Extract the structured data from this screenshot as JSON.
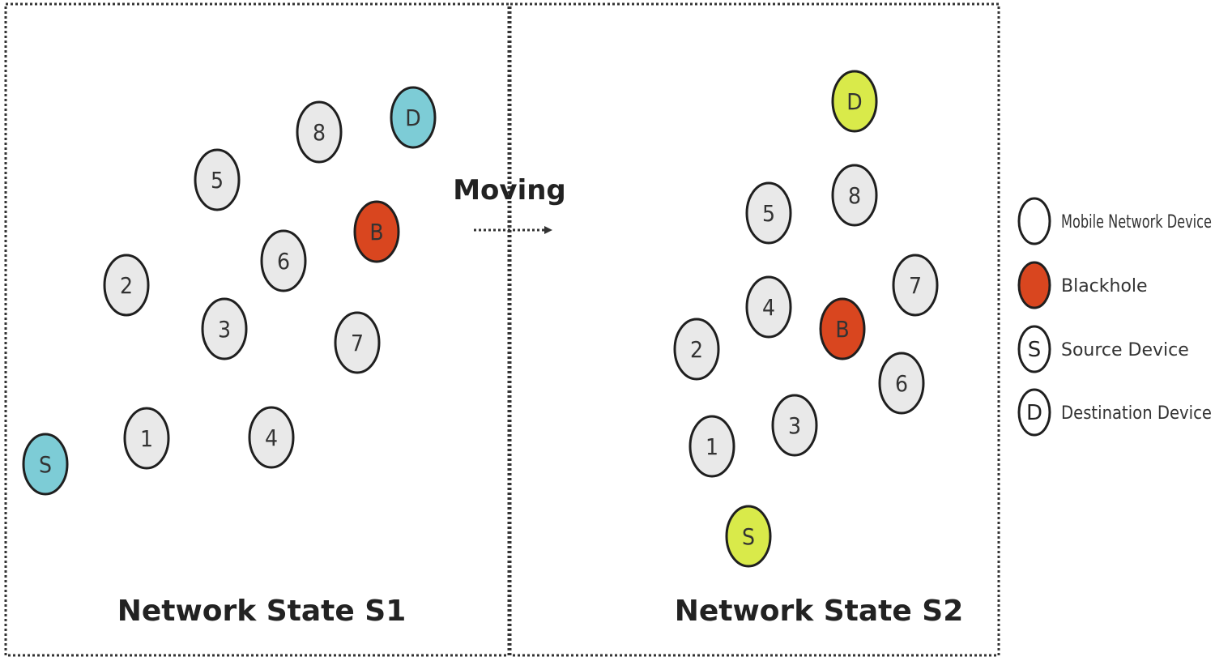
{
  "colors": {
    "mobile_device": "#e9e9e9",
    "blackhole": "#d9461f",
    "source_dest_s1": "#7dccd6",
    "source_dest_s2": "#d9ea4a",
    "node_stroke": "#1f1f1f",
    "border": "#333333"
  },
  "moving_label": "Moving",
  "states": [
    {
      "title": "Network State S1",
      "nodes": [
        {
          "id": "D",
          "label": "D",
          "type": "destination"
        },
        {
          "id": "8",
          "label": "8",
          "type": "device"
        },
        {
          "id": "5",
          "label": "5",
          "type": "device"
        },
        {
          "id": "B",
          "label": "B",
          "type": "blackhole"
        },
        {
          "id": "6",
          "label": "6",
          "type": "device"
        },
        {
          "id": "2",
          "label": "2",
          "type": "device"
        },
        {
          "id": "3",
          "label": "3",
          "type": "device"
        },
        {
          "id": "7",
          "label": "7",
          "type": "device"
        },
        {
          "id": "1",
          "label": "1",
          "type": "device"
        },
        {
          "id": "4",
          "label": "4",
          "type": "device"
        },
        {
          "id": "S",
          "label": "S",
          "type": "source"
        }
      ]
    },
    {
      "title": "Network State S2",
      "nodes": [
        {
          "id": "D",
          "label": "D",
          "type": "destination"
        },
        {
          "id": "8",
          "label": "8",
          "type": "device"
        },
        {
          "id": "5",
          "label": "5",
          "type": "device"
        },
        {
          "id": "7",
          "label": "7",
          "type": "device"
        },
        {
          "id": "4",
          "label": "4",
          "type": "device"
        },
        {
          "id": "B",
          "label": "B",
          "type": "blackhole"
        },
        {
          "id": "2",
          "label": "2",
          "type": "device"
        },
        {
          "id": "6",
          "label": "6",
          "type": "device"
        },
        {
          "id": "3",
          "label": "3",
          "type": "device"
        },
        {
          "id": "1",
          "label": "1",
          "type": "device"
        },
        {
          "id": "S",
          "label": "S",
          "type": "source"
        }
      ]
    }
  ],
  "legend": [
    {
      "symbol": "",
      "text": "Mobile Network Device",
      "type": "device"
    },
    {
      "symbol": "",
      "text": "Blackhole",
      "type": "blackhole"
    },
    {
      "symbol": "S",
      "text": "Source Device",
      "type": "legend-letter"
    },
    {
      "symbol": "D",
      "text": "Destination Device",
      "type": "legend-letter"
    }
  ]
}
